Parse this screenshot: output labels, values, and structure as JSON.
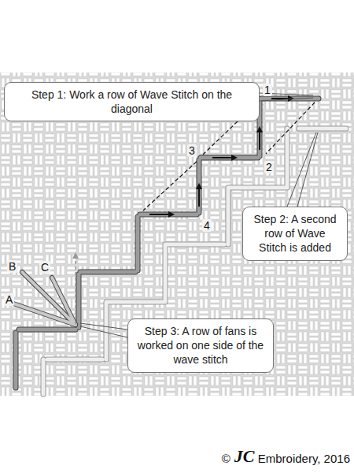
{
  "diagram": {
    "nodes": [
      {
        "text": [
          "Step 1: Work a row of Wave Stitch on the diagonal"
        ]
      },
      {
        "text": [
          "Step 2: A second row of Wave Stitch is added"
        ]
      },
      {
        "text": [
          "Step 3: A row of fans is worked on one side of the wave stitch"
        ]
      }
    ],
    "labels": [
      "1",
      "2",
      "3",
      "4",
      "A",
      "B",
      "C",
      "©",
      "JC",
      "Embroidery, 2016"
    ]
  }
}
